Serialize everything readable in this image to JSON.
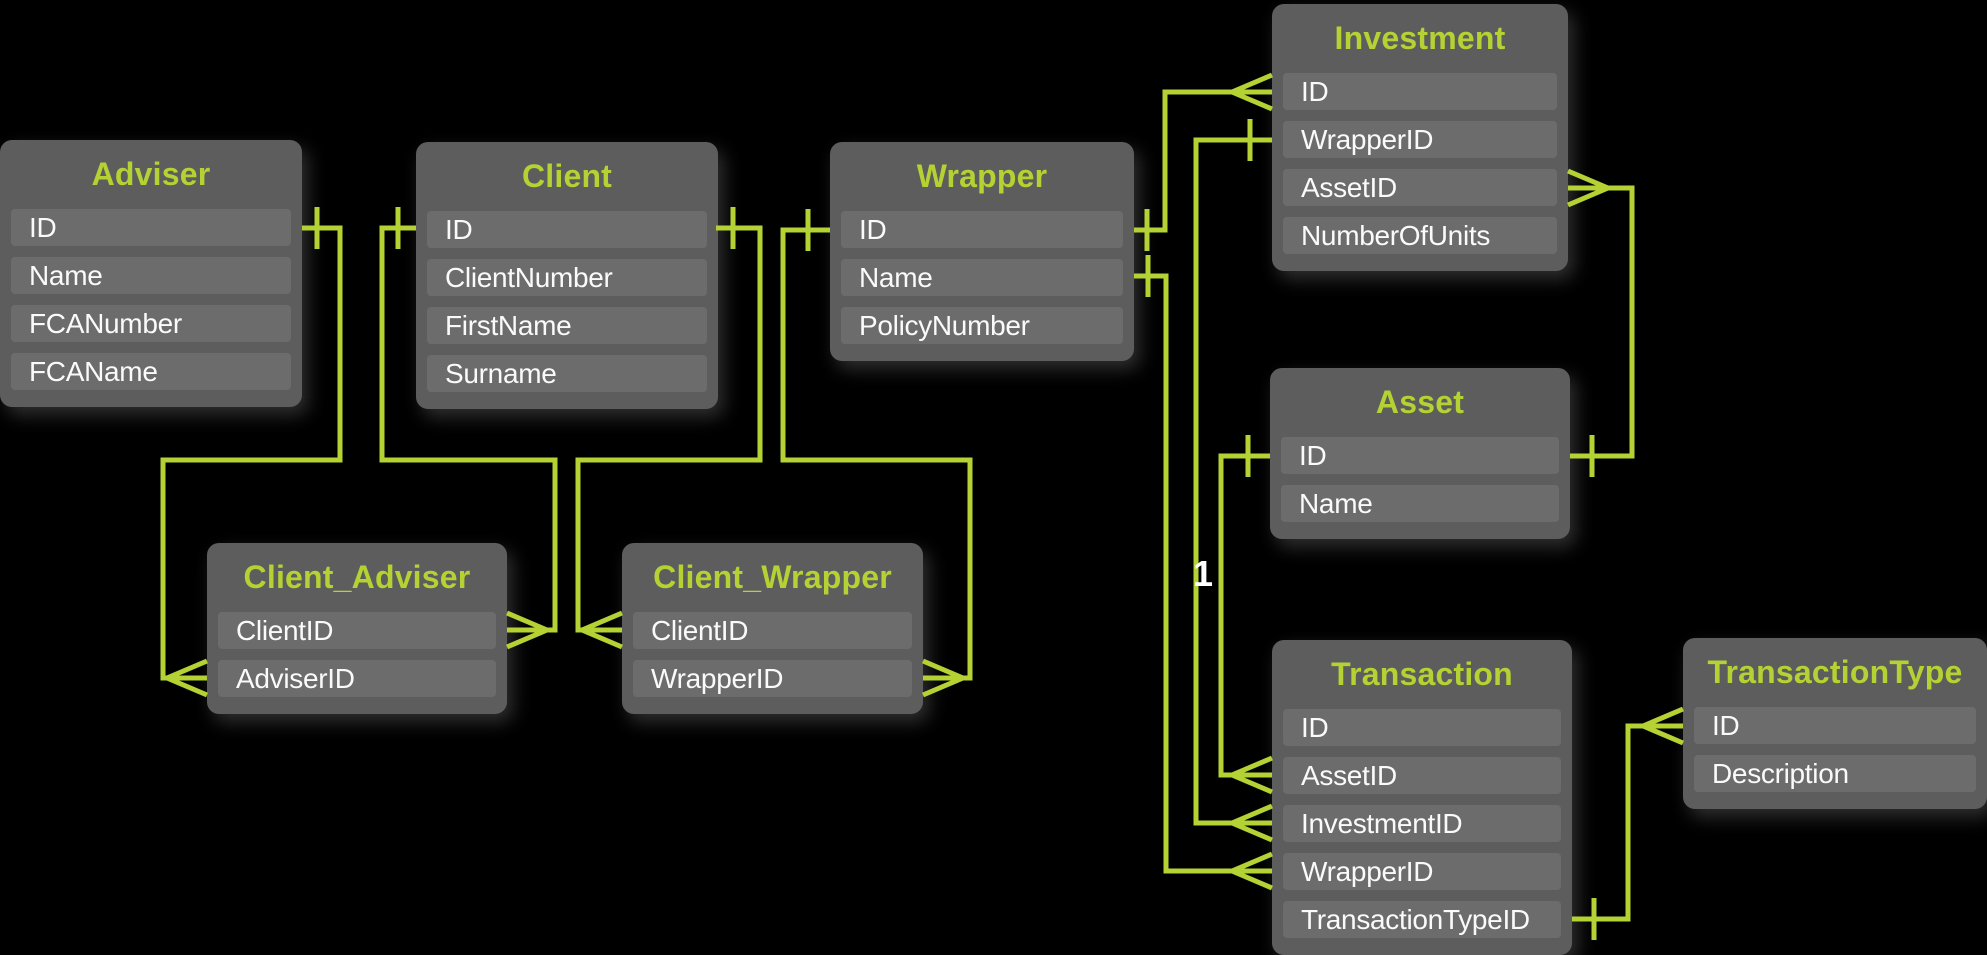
{
  "diagram": {
    "type": "entity-relationship",
    "notation": "crow-foot",
    "accent_color": "#b4d233",
    "background_color": "#000000",
    "table_fill_color": "#5d5d5d",
    "row_fill_color": "#6c6c6c",
    "field_text_color": "#fafafa"
  },
  "entities": [
    {
      "name": "Adviser",
      "fields": [
        "ID",
        "Name",
        "FCANumber",
        "FCAName"
      ]
    },
    {
      "name": "Client",
      "fields": [
        "ID",
        "ClientNumber",
        "FirstName",
        "Surname"
      ]
    },
    {
      "name": "Wrapper",
      "fields": [
        "ID",
        "Name",
        "PolicyNumber"
      ]
    },
    {
      "name": "Investment",
      "fields": [
        "ID",
        "WrapperID",
        "AssetID",
        "NumberOfUnits"
      ]
    },
    {
      "name": "Asset",
      "fields": [
        "ID",
        "Name"
      ]
    },
    {
      "name": "Transaction",
      "fields": [
        "ID",
        "AssetID",
        "InvestmentID",
        "WrapperID",
        "TransactionTypeID"
      ]
    },
    {
      "name": "TransactionType",
      "fields": [
        "ID",
        "Description"
      ]
    },
    {
      "name": "Client_Adviser",
      "fields": [
        "ClientID",
        "AdviserID"
      ]
    },
    {
      "name": "Client_Wrapper",
      "fields": [
        "ClientID",
        "WrapperID"
      ]
    }
  ],
  "relationships": [
    {
      "from": "Adviser.ID",
      "from_marker": "one",
      "to": "Client_Adviser.AdviserID",
      "to_marker": "many"
    },
    {
      "from": "Client.ID",
      "from_marker": "one",
      "to": "Client_Adviser.ClientID",
      "to_marker": "many"
    },
    {
      "from": "Client.ID",
      "from_marker": "one",
      "to": "Client_Wrapper.ClientID",
      "to_marker": "many"
    },
    {
      "from": "Wrapper.ID",
      "from_marker": "one",
      "to": "Client_Wrapper.WrapperID",
      "to_marker": "many"
    },
    {
      "from": "Wrapper.ID",
      "from_marker": "one",
      "to": "Investment.ID",
      "to_marker": "many"
    },
    {
      "from": "Investment.WrapperID",
      "from_marker": "one",
      "to": "Transaction.InvestmentID",
      "to_marker": "many",
      "label": "1"
    },
    {
      "from": "Wrapper.Name",
      "from_marker": "one",
      "to": "Transaction.WrapperID",
      "to_marker": "many"
    },
    {
      "from": "Asset.ID",
      "from_marker": "one",
      "to": "Transaction.AssetID",
      "to_marker": "many"
    },
    {
      "from": "Asset.ID",
      "from_marker": "one",
      "to": "Investment.AssetID",
      "to_marker": "many"
    },
    {
      "from": "TransactionType.ID",
      "from_marker": "one",
      "to": "Transaction.TransactionTypeID",
      "to_marker": "many"
    }
  ],
  "annotations": [
    {
      "text": "1"
    }
  ]
}
